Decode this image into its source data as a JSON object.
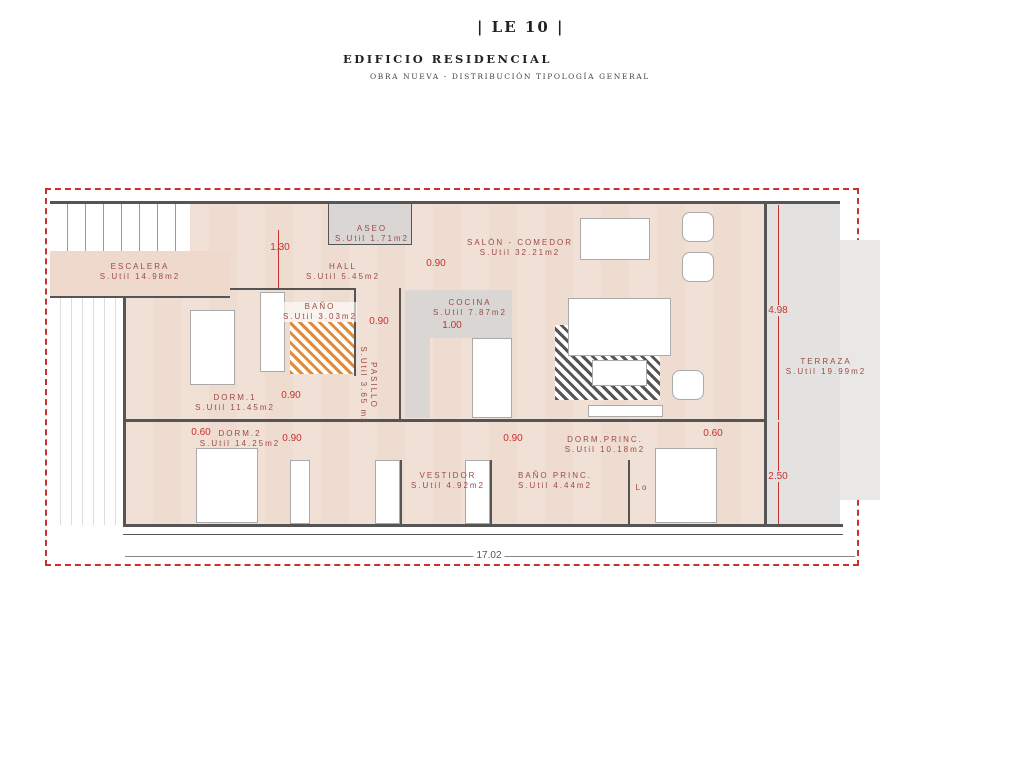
{
  "header": {
    "code": "| LE 10 |",
    "title": "EDIFICIO RESIDENCIAL",
    "subtitle": "OBRA NUEVA - DISTRIBUCIÓN TIPOLOGÍA GENERAL"
  },
  "rooms": [
    {
      "name": "ESCALERA",
      "area": "S.Util 14.98m2"
    },
    {
      "name": "ASEO",
      "area": "S.Util 1.71m2"
    },
    {
      "name": "HALL",
      "area": "S.Util 5.45m2"
    },
    {
      "name": "SALÓN - COMEDOR",
      "area": "S.Util 32.21m2"
    },
    {
      "name": "BAÑO",
      "area": "S.Util 3.03m2"
    },
    {
      "name": "COCINA",
      "area": "S.Util 7.87m2"
    },
    {
      "name": "PASILLO",
      "area": "S.Util 3.65 m2"
    },
    {
      "name": "DORM.1",
      "area": "S.Util 11.45m2"
    },
    {
      "name": "DORM.2",
      "area": "S.Util 14.25m2"
    },
    {
      "name": "VESTIDOR",
      "area": "S.Util 4.92m2"
    },
    {
      "name": "BAÑO PRINC.",
      "area": "S.Util 4.44m2"
    },
    {
      "name": "DORM.PRINC.",
      "area": "S.Util 10.18m2"
    },
    {
      "name": "TERRAZA",
      "area": "S.Util 19.99m2"
    }
  ],
  "dimensions": [
    "1.30",
    "0.90",
    "0.90",
    "1.00",
    "0.90",
    "0.60",
    "0.90",
    "0.90",
    "0.60",
    "4.98",
    "2.50",
    "17.02"
  ],
  "fixture_label": "Lo"
}
